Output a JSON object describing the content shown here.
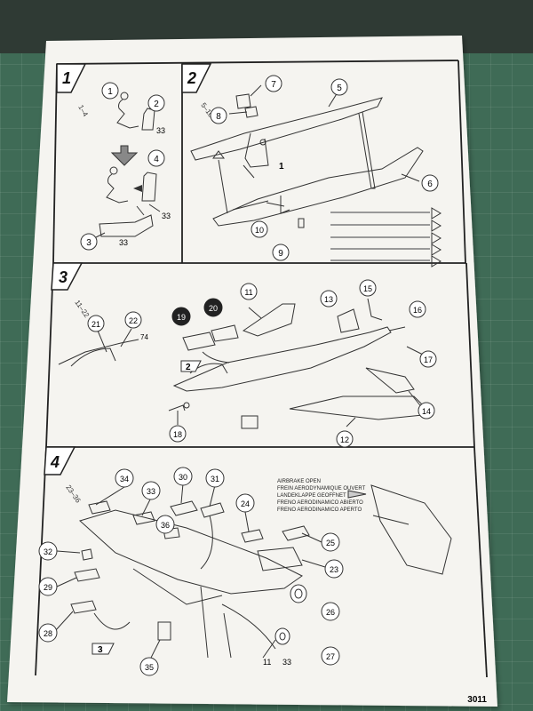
{
  "steps": [
    {
      "num": "1",
      "range": "1–4"
    },
    {
      "num": "2",
      "range": "5–10"
    },
    {
      "num": "3",
      "range": "11–22"
    },
    {
      "num": "4",
      "range": "23–36"
    }
  ],
  "step1": {
    "c1": "1",
    "c2": "2",
    "c3": "3",
    "c4": "4",
    "t33a": "33",
    "t33b": "33",
    "t33c": "33"
  },
  "step2": {
    "c5": "5",
    "c6": "6",
    "c7": "7",
    "c8": "8",
    "c9": "9",
    "c10": "10",
    "t1": "1"
  },
  "step3": {
    "c11": "11",
    "c12": "12",
    "c13": "13",
    "c14": "14",
    "c15": "15",
    "c16": "16",
    "c17": "17",
    "c18": "18",
    "c19": "19",
    "c20": "20",
    "c21": "21",
    "c22": "22",
    "t74": "74",
    "t2": "2"
  },
  "step4": {
    "c23": "23",
    "c24": "24",
    "c25": "25",
    "c26": "26",
    "c27": "27",
    "c28": "28",
    "c29": "29",
    "c30": "30",
    "c31": "31",
    "c32": "32",
    "c33": "33",
    "c34": "34",
    "c35": "35",
    "c36": "36",
    "t3": "3",
    "t11": "11",
    "t33": "33",
    "airbrake": [
      "AIRBRAKE OPEN",
      "FREIN AERODYNAMIQUE OUVERT",
      "LANDEKLAPPE GEOFFNET",
      "FRENO AERODINAMICO ABIERTO",
      "FRENO AERODINAMICO APERTO"
    ]
  },
  "page_number": "3011"
}
